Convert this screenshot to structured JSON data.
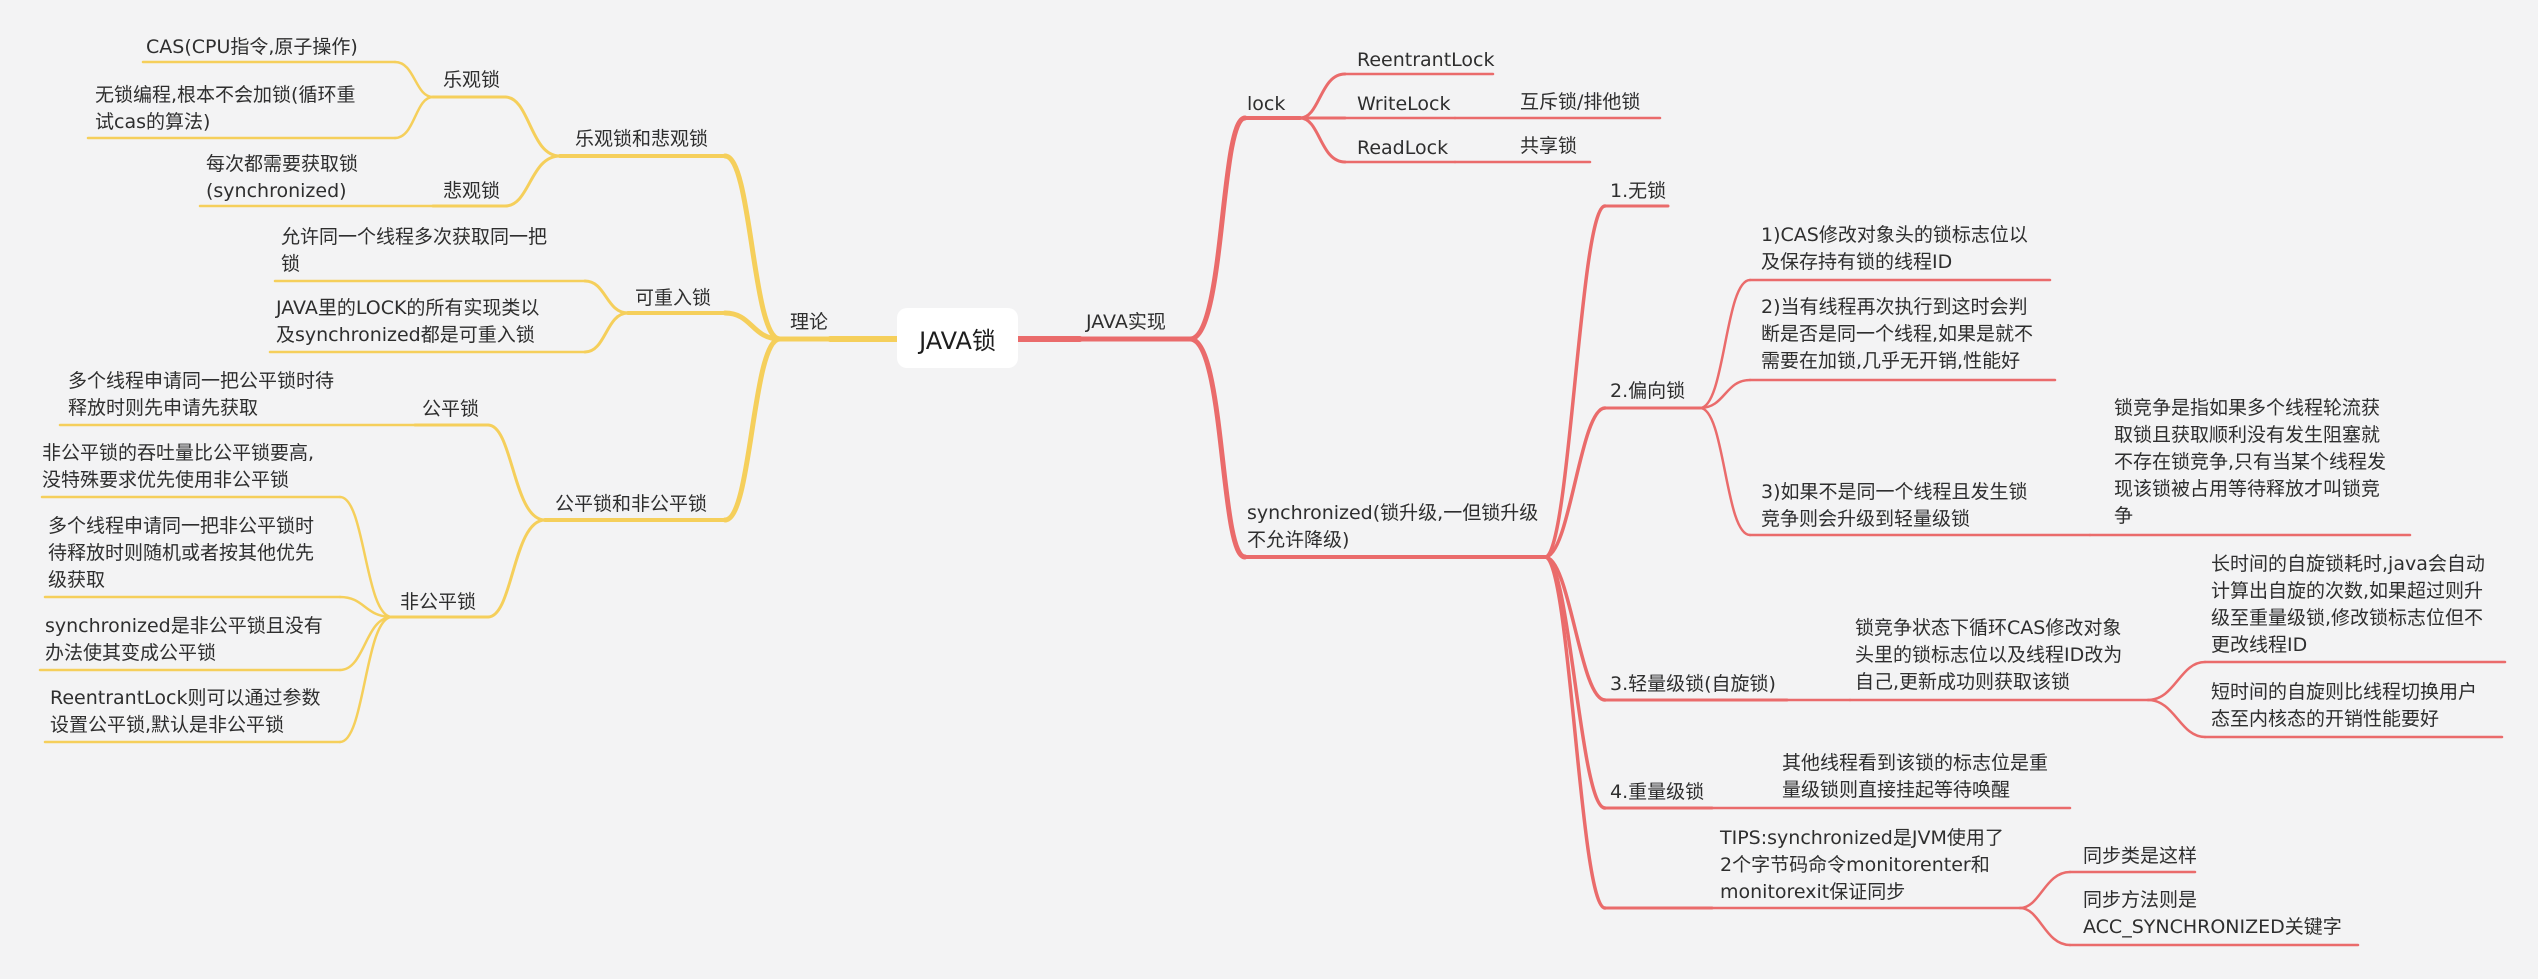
{
  "colors": {
    "left_branch": "#f5cf5b",
    "right_branch": "#ea6b6b",
    "background": "#f3f3f4"
  },
  "root": {
    "label": "JAVA锁"
  },
  "left": {
    "theory": "理论",
    "optimistic_pessimistic": {
      "label": "乐观锁和悲观锁",
      "optimistic": {
        "label": "乐观锁",
        "cas": "CAS(CPU指令,原子操作)",
        "lockfree": "无锁编程,根本不会加锁(循环重\n试cas的算法)"
      },
      "pessimistic": {
        "label": "悲观锁",
        "desc": "每次都需要获取锁\n(synchronized)"
      }
    },
    "reentrant": {
      "label": "可重入锁",
      "desc1": "允许同一个线程多次获取同一把\n锁",
      "desc2": "JAVA里的LOCK的所有实现类以\n及synchronized都是可重入锁"
    },
    "fair_unfair": {
      "label": "公平锁和非公平锁",
      "fair": {
        "label": "公平锁",
        "desc": "多个线程申请同一把公平锁时待\n释放时则先申请先获取"
      },
      "unfair": {
        "label": "非公平锁",
        "desc1": "非公平锁的吞吐量比公平锁要高,\n没特殊要求优先使用非公平锁",
        "desc2": "多个线程申请同一把非公平锁时\n待释放时则随机或者按其他优先\n级获取",
        "desc3": "synchronized是非公平锁且没有\n办法使其变成公平锁",
        "desc4": "ReentrantLock则可以通过参数\n设置公平锁,默认是非公平锁"
      }
    }
  },
  "right": {
    "impl": "JAVA实现",
    "lock": {
      "label": "lock",
      "reentrant": "ReentrantLock",
      "write": "WriteLock",
      "write_desc": "互斥锁/排他锁",
      "read": "ReadLock",
      "read_desc": "共享锁"
    },
    "sync": {
      "label": "synchronized(锁升级,一但锁升级\n不允许降级)",
      "nolock": "1.无锁",
      "biased": {
        "label": "2.偏向锁",
        "d1": "1)CAS修改对象头的锁标志位以\n及保存持有锁的线程ID",
        "d2": "2)当有线程再次执行到这时会判\n断是否是同一个线程,如果是就不\n需要在加锁,几乎无开销,性能好",
        "d3": "3)如果不是同一个线程且发生锁\n竞争则会升级到轻量级锁",
        "d3_note": "锁竞争是指如果多个线程轮流获\n取锁且获取顺利没有发生阻塞就\n不存在锁竞争,只有当某个线程发\n现该锁被占用等待释放才叫锁竞\n争"
      },
      "light": {
        "label": "3.轻量级锁(自旋锁)",
        "desc": "锁竞争状态下循环CAS修改对象\n头里的锁标志位以及线程ID改为\n自己,更新成功则获取该锁",
        "n1": "长时间的自旋锁耗时,java会自动\n计算出自旋的次数,如果超过则升\n级至重量级锁,修改锁标志位但不\n更改线程ID",
        "n2": "短时间的自旋则比线程切换用户\n态至内核态的开销性能要好"
      },
      "heavy": {
        "label": "4.重量级锁",
        "desc": "其他线程看到该锁的标志位是重\n量级锁则直接挂起等待唤醒"
      },
      "tips": {
        "label": "TIPS:synchronized是JVM使用了\n2个字节码命令monitorenter和\nmonitorexit保证同步",
        "block": "同步类是这样",
        "method": "同步方法则是\nACC_SYNCHRONIZED关键字"
      }
    }
  }
}
